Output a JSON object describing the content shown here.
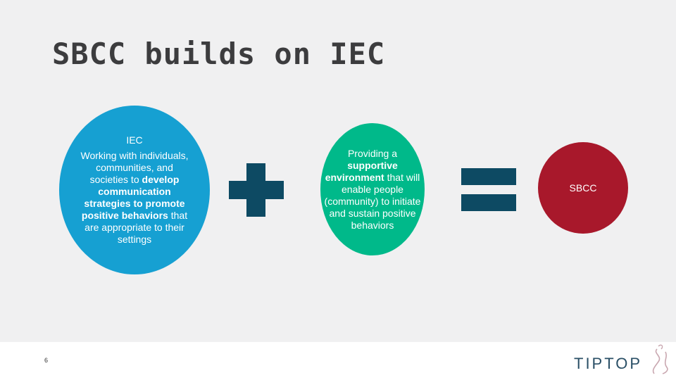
{
  "slide": {
    "title": "SBCC builds on IEC",
    "page_number": "6"
  },
  "diagram": {
    "iec": {
      "heading": "IEC",
      "text_1": "Working with individuals, communities, and societies to ",
      "text_bold_1": "develop communication strategies to promote positive behaviors",
      "text_2": " that are appropriate to their settings",
      "color": "#16a0d2"
    },
    "operator_plus": "plus-icon",
    "environment": {
      "text_1": "Providing a ",
      "text_bold_1": "supportive environment",
      "text_2": " that will enable people (community) to initiate and sustain positive behaviors",
      "color": "#00b98a"
    },
    "operator_equals": "equals-icon",
    "sbcc": {
      "label": "SBCC",
      "color": "#a8182b"
    }
  },
  "footer": {
    "logo_text": "TIPTOP"
  }
}
